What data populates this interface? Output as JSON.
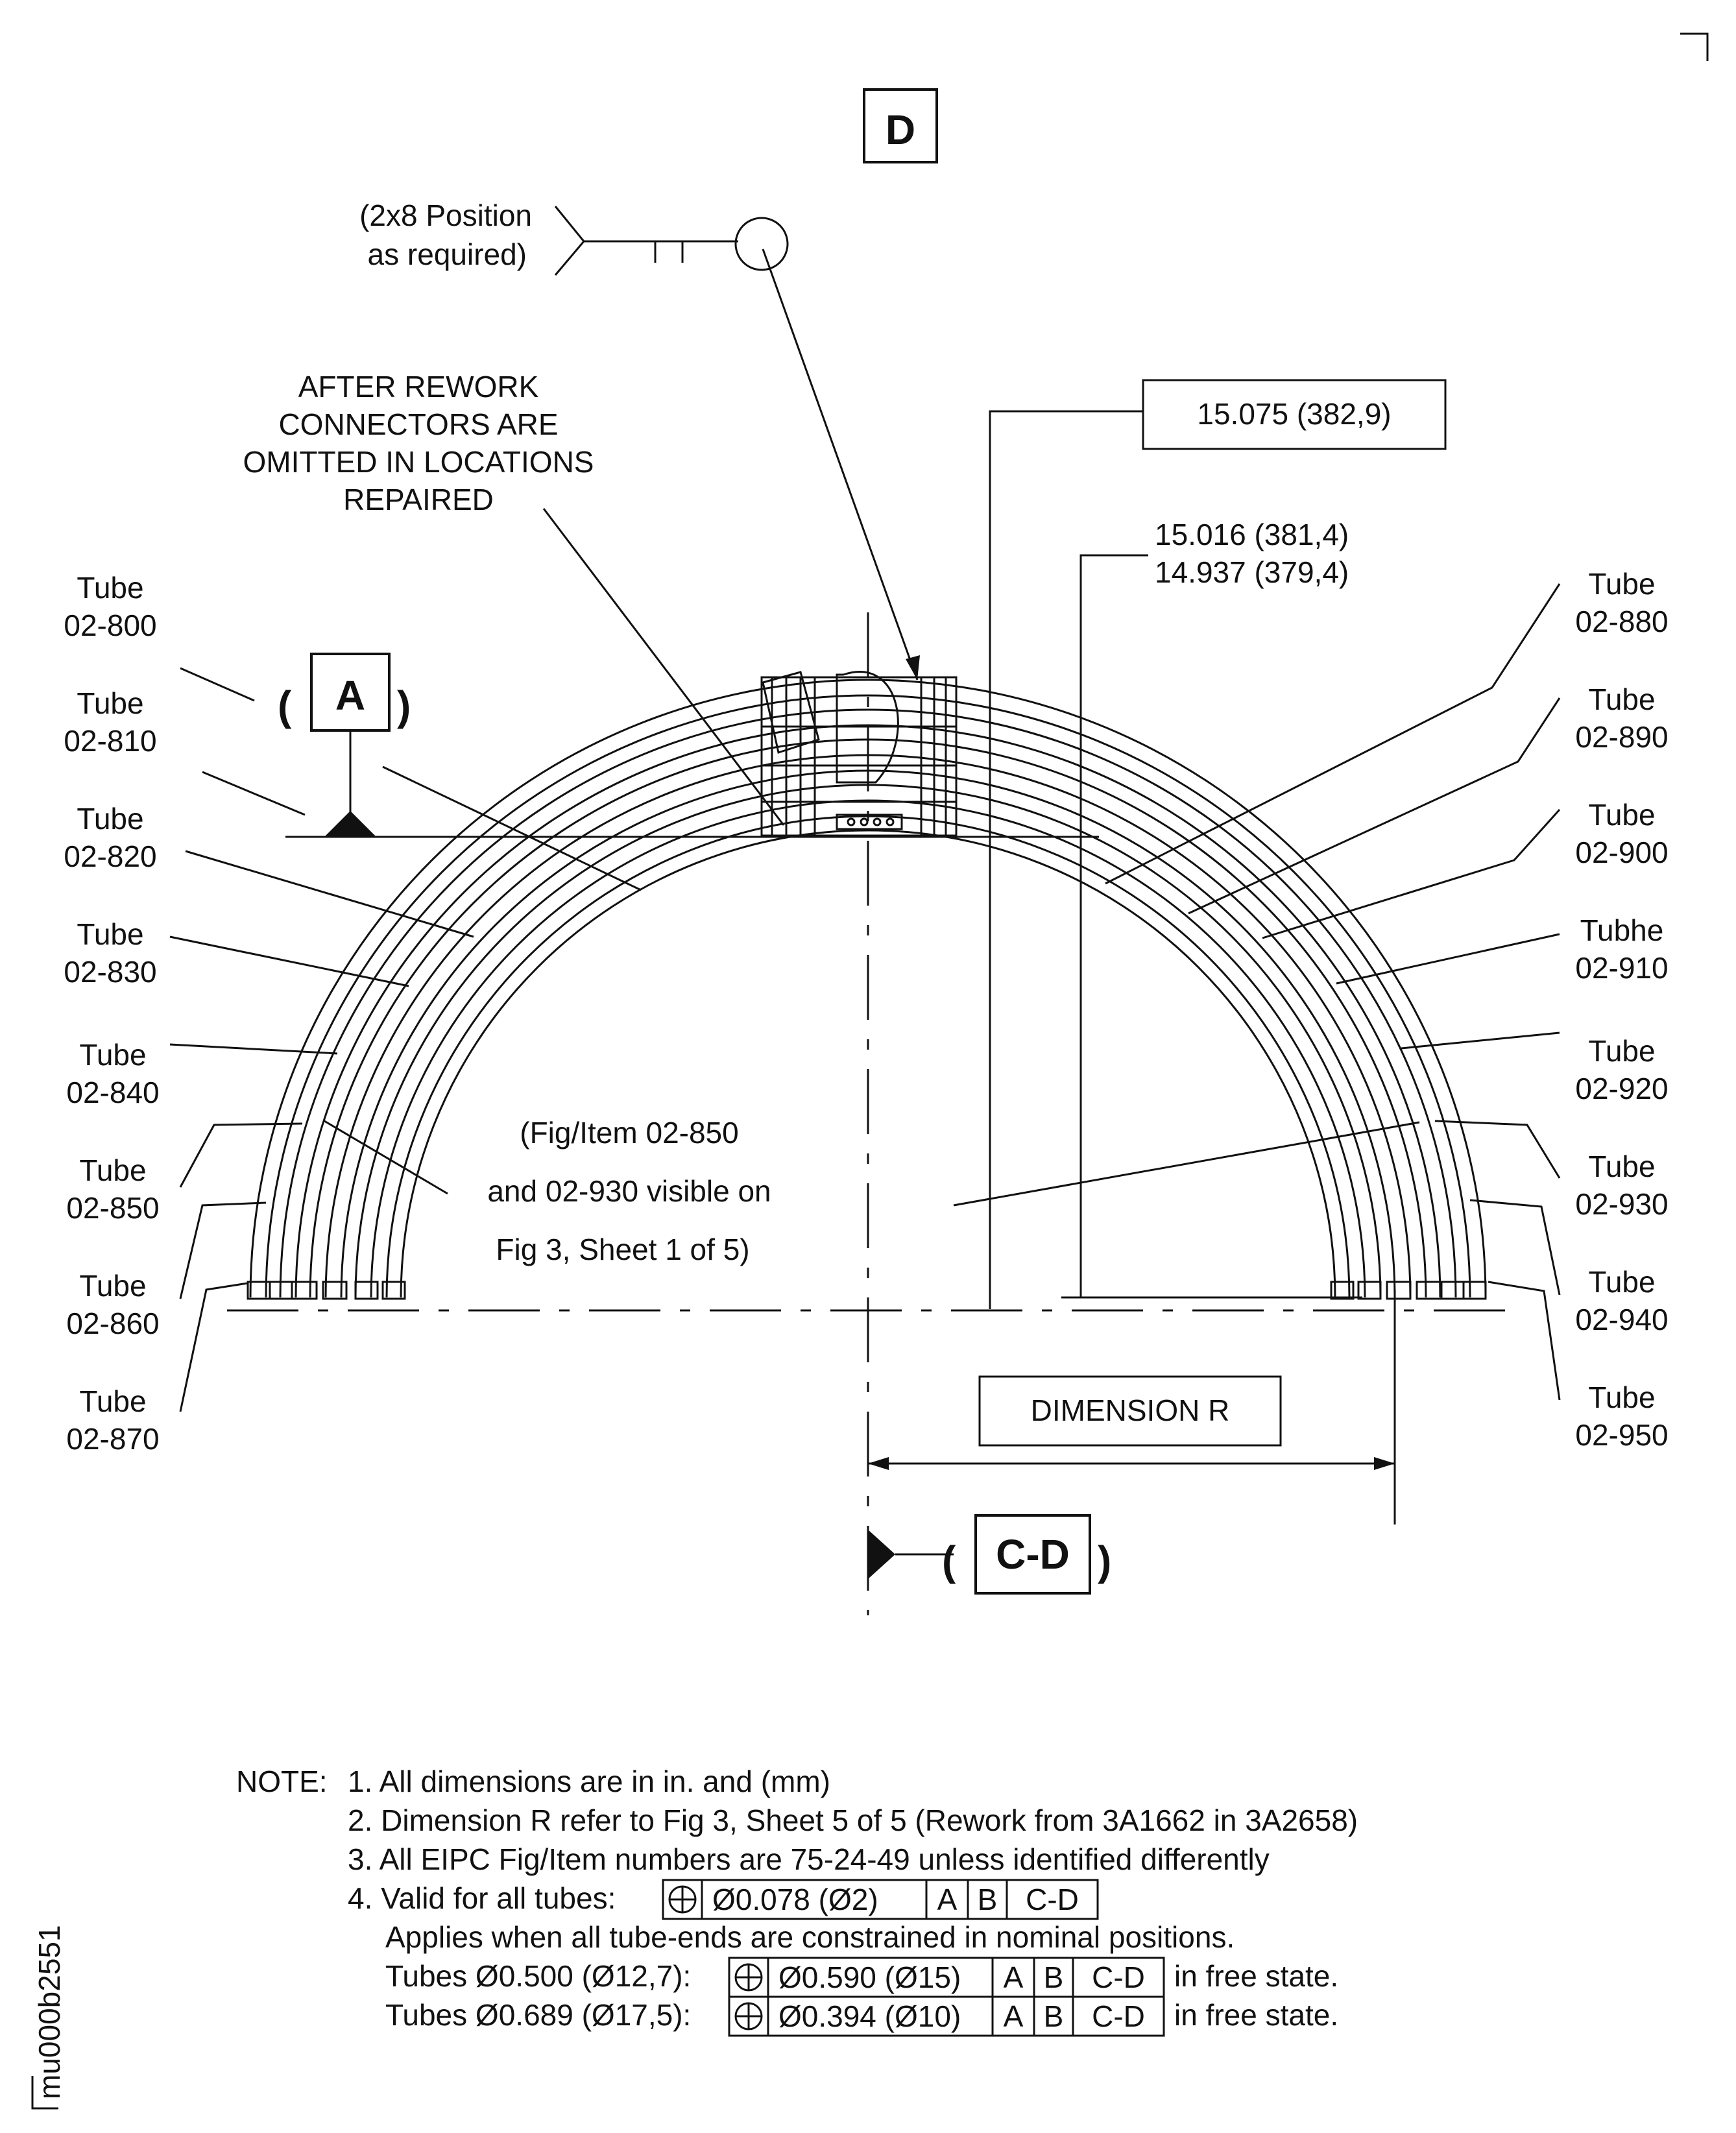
{
  "view_label": "D",
  "position_callout": [
    "(2x8 Position",
    "as required)"
  ],
  "rework_note": [
    "AFTER REWORK",
    "CONNECTORS ARE",
    "OMITTED IN LOCATIONS",
    "REPAIRED"
  ],
  "dim_top": "15.075 (382,9)",
  "dim_range": [
    "15.016 (381,4)",
    "14.937 (379,4)"
  ],
  "datum_a": "A",
  "datum_cd": "C-D",
  "dimension_r": "DIMENSION R",
  "fig_note": [
    "(Fig/Item 02-850",
    "and 02-930 visible on",
    "Fig 3, Sheet 1 of 5)"
  ],
  "tubes_left": [
    {
      "word": "Tube",
      "num": "02-800"
    },
    {
      "word": "Tube",
      "num": "02-810"
    },
    {
      "word": "Tube",
      "num": "02-820"
    },
    {
      "word": "Tube",
      "num": "02-830"
    },
    {
      "word": "Tube",
      "num": "02-840"
    },
    {
      "word": "Tube",
      "num": "02-850"
    },
    {
      "word": "Tube",
      "num": "02-860"
    },
    {
      "word": "Tube",
      "num": "02-870"
    }
  ],
  "tubes_right": [
    {
      "word": "Tube",
      "num": "02-880"
    },
    {
      "word": "Tube",
      "num": "02-890"
    },
    {
      "word": "Tube",
      "num": "02-900"
    },
    {
      "word": "Tubhe",
      "num": "02-910"
    },
    {
      "word": "Tube",
      "num": "02-920"
    },
    {
      "word": "Tube",
      "num": "02-930"
    },
    {
      "word": "Tube",
      "num": "02-940"
    },
    {
      "word": "Tube",
      "num": "02-950"
    }
  ],
  "notes": {
    "prefix": "NOTE:",
    "n1": "1. All dimensions are in in. and (mm)",
    "n2": "2. Dimension R refer to Fig 3, Sheet 5 of 5 (Rework from 3A1662 in 3A2658)",
    "n3": "3. All EIPC Fig/Item numbers are 75-24-49 unless identified differently",
    "n4": "4. Valid for all tubes:",
    "n4_fcf": [
      "Ø0.078 (Ø2)",
      "A",
      "B",
      "C-D"
    ],
    "applies": "Applies when all tube-ends are constrained in nominal positions.",
    "tubes500": "Tubes Ø0.500 (Ø12,7):",
    "tubes500_fcf": [
      "Ø0.590 (Ø15)",
      "A",
      "B",
      "C-D"
    ],
    "tubes689": "Tubes Ø0.689 (Ø17,5):",
    "tubes689_fcf": [
      "Ø0.394 (Ø10)",
      "A",
      "B",
      "C-D"
    ],
    "free_state": "in free state."
  },
  "drawing_id": "mu000b2551"
}
